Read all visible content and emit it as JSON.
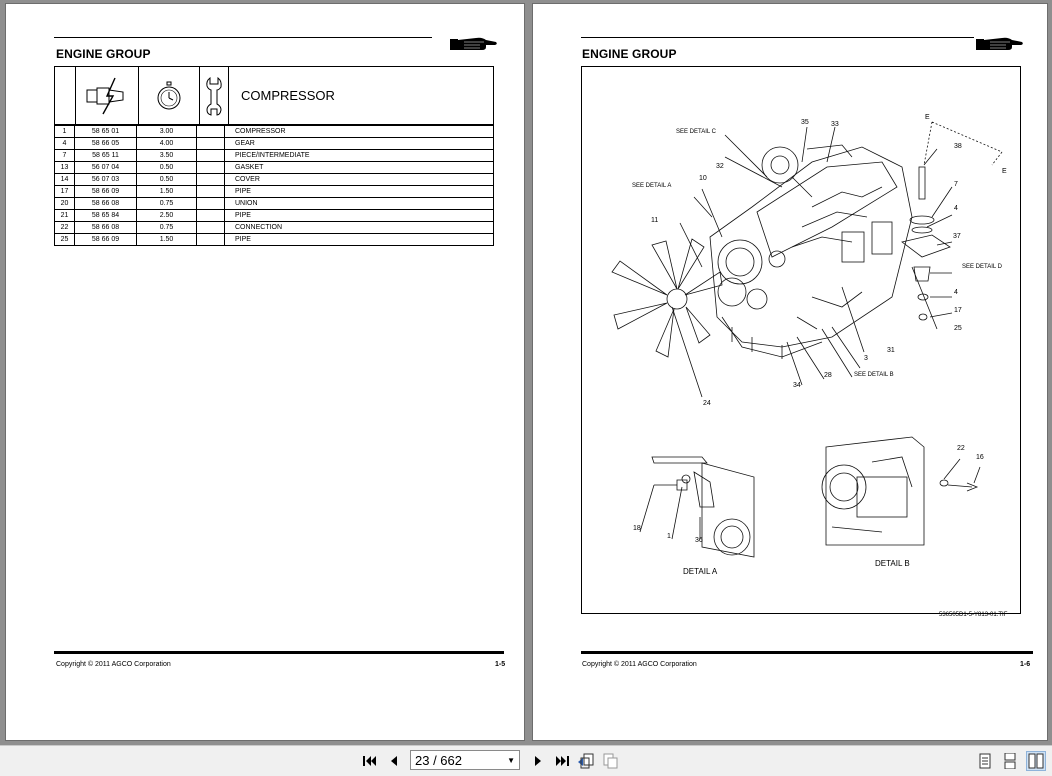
{
  "left_page": {
    "section_title": "ENGINE GROUP",
    "table": {
      "header_title": "COMPRESSOR",
      "rows": [
        [
          "1",
          "58 65 01",
          "3.00",
          "",
          "COMPRESSOR"
        ],
        [
          "4",
          "58 66 05",
          "4.00",
          "",
          "GEAR"
        ],
        [
          "7",
          "58 65 11",
          "3.50",
          "",
          "PIECE/INTERMEDIATE"
        ],
        [
          "13",
          "56 07 04",
          "0.50",
          "",
          "GASKET"
        ],
        [
          "14",
          "56 07 03",
          "0.50",
          "",
          "COVER"
        ],
        [
          "17",
          "58 66 09",
          "1.50",
          "",
          "PIPE"
        ],
        [
          "20",
          "58 66 08",
          "0.75",
          "",
          "UNION"
        ],
        [
          "21",
          "58 65 84",
          "2.50",
          "",
          "PIPE"
        ],
        [
          "22",
          "58 66 08",
          "0.75",
          "",
          "CONNECTION"
        ],
        [
          "25",
          "58 66 09",
          "1.50",
          "",
          "PIPE"
        ]
      ]
    },
    "footer_copyright": "Copyright © 2011 AGCO Corporation",
    "footer_page": "1-5"
  },
  "right_page": {
    "section_title": "ENGINE GROUP",
    "figure_labels": {
      "n35": "35",
      "n33": "33",
      "seec": "SEE DETAIL C",
      "n32": "32",
      "seea": "SEE DETAIL A",
      "n10": "10",
      "n11": "11",
      "e1": "E",
      "e2": "E",
      "n38": "38",
      "n7": "7",
      "n4a": "4",
      "n37": "37",
      "seed": "SEE DETAIL D",
      "n4b": "4",
      "n17": "17",
      "n25": "25",
      "n31": "31",
      "n3": "3",
      "seeb": "SEE DETAIL B",
      "n28": "28",
      "n34": "34",
      "n24": "24",
      "n18": "18",
      "n1": "1",
      "n36": "36",
      "n22": "22",
      "n16": "16",
      "detail_a": "DETAIL A",
      "detail_b": "DETAIL B"
    },
    "file_code": "536505D1-5-Y813-01.TIF",
    "footer_copyright": "Copyright © 2011 AGCO Corporation",
    "footer_page": "1-6"
  },
  "toolbar": {
    "page_value": "23 / 662"
  }
}
